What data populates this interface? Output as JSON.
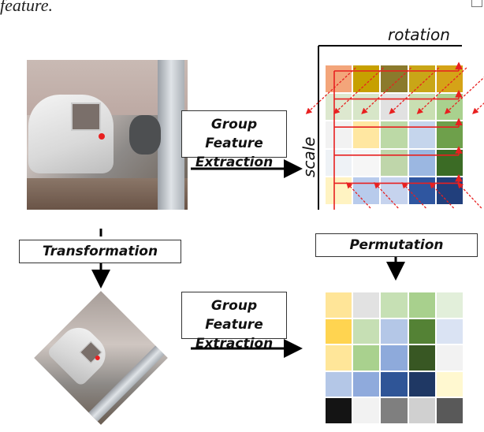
{
  "header": {
    "cut_text": "feature."
  },
  "labels": {
    "group_feature_1": [
      "Group Feature",
      "Extraction"
    ],
    "group_feature_2": [
      "Group Feature",
      "Extraction"
    ],
    "transformation": "Transformation",
    "permutation": "Permutation",
    "rotation": "rotation",
    "scale": "scale"
  },
  "colors": {
    "arrow": "#000000",
    "red_lines": "#e82020",
    "keypoint": "#e82020"
  },
  "grid_top": {
    "rows": 5,
    "cols": 5,
    "cells": [
      [
        "#f3a57a",
        "#c7a000",
        "#8b7a2c",
        "#c9a617",
        "#d5a317"
      ],
      [
        "#dde8cf",
        "#d7e6c8",
        "#e1e1e1",
        "#c9dfb2",
        "#a9d18e"
      ],
      [
        "#f2f2f2",
        "#ffe7a1",
        "#bcd9a6",
        "#c5d5ec",
        "#6ea04b"
      ],
      [
        "#eef2f6",
        "#f6f6f6",
        "#bfd6aa",
        "#9bb7e1",
        "#3b6b25"
      ],
      [
        "#fff3c2",
        "#b8cbec",
        "#c6d3ee",
        "#2f56a0",
        "#213f7c"
      ]
    ]
  },
  "grid_bottom": {
    "rows": 5,
    "cols": 5,
    "cells": [
      [
        "#ffe598",
        "#e2e2e2",
        "#c6e0b4",
        "#a8d08d",
        "#e2efda"
      ],
      [
        "#ffd450",
        "#c6dfb4",
        "#b4c7e7",
        "#548235",
        "#dae3f3"
      ],
      [
        "#ffe699",
        "#a9d18e",
        "#8eaadb",
        "#385723",
        "#f2f2f2"
      ],
      [
        "#b4c7e7",
        "#8faadc",
        "#2f5597",
        "#1f3864",
        "#fff8d0"
      ],
      [
        "#141414",
        "#f2f2f2",
        "#7f7f7f",
        "#d0d0d0",
        "#595959"
      ]
    ]
  }
}
